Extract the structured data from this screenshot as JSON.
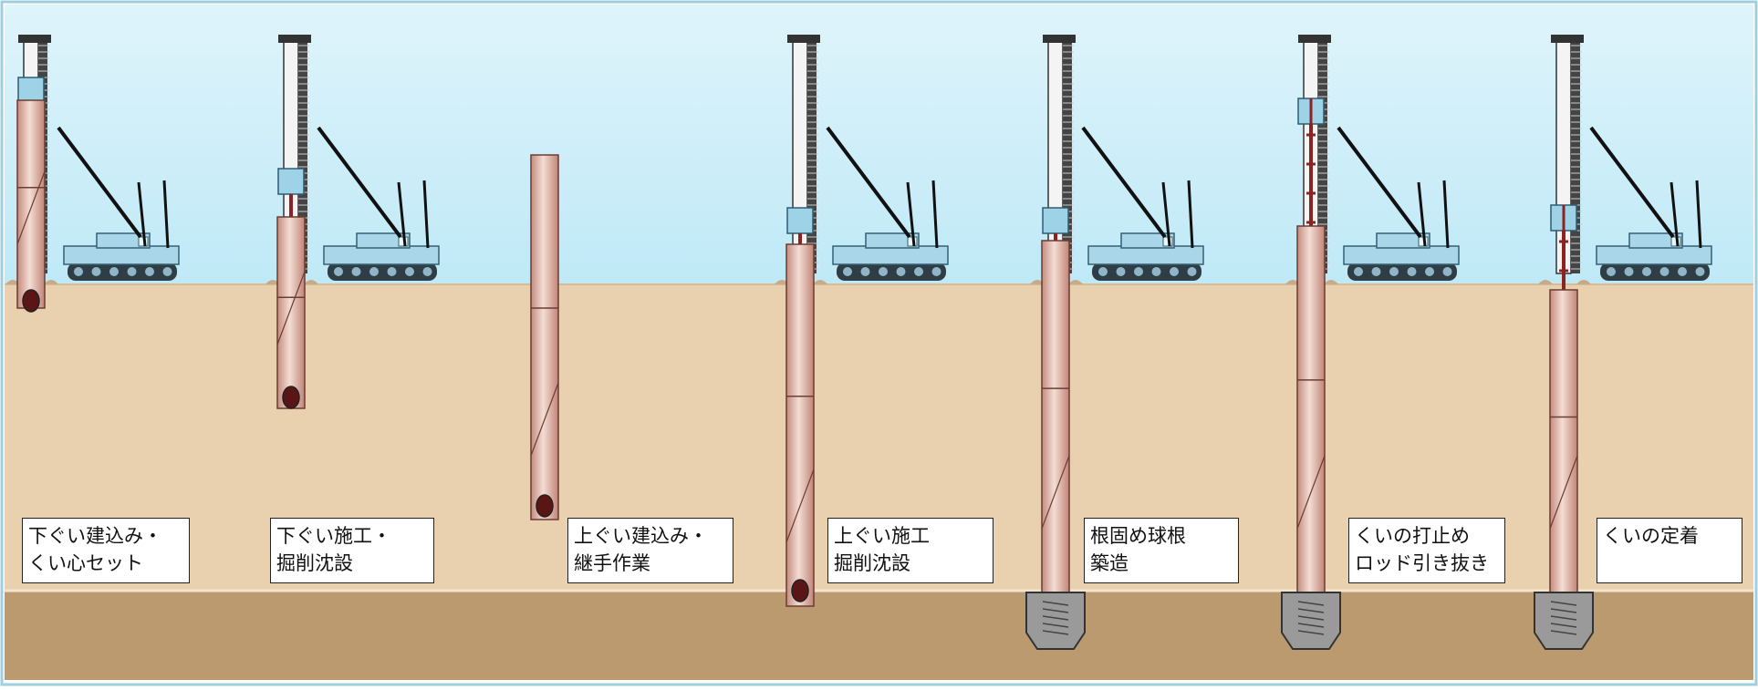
{
  "title": "",
  "colors": {
    "sky_top": "#dff4fb",
    "sky_bottom": "#bfe9f7",
    "ground": "#e9d0ae",
    "bearing_layer": "#bc9a70",
    "machine": "#a9d6e8",
    "pile": "#d9a99b",
    "mast": "#f4f4f4"
  },
  "steps": [
    {
      "label": "下ぐい建込み・\nくい心セット"
    },
    {
      "label": "下ぐい施工・\n掘削沈設"
    },
    {
      "label": "上ぐい建込み・\n継手作業"
    },
    {
      "label": "上ぐい施工\n掘削沈設"
    },
    {
      "label": "根固め球根\n築造"
    },
    {
      "label": "くいの打止め\nロッド引き抜き"
    },
    {
      "label": "くいの定着"
    }
  ]
}
